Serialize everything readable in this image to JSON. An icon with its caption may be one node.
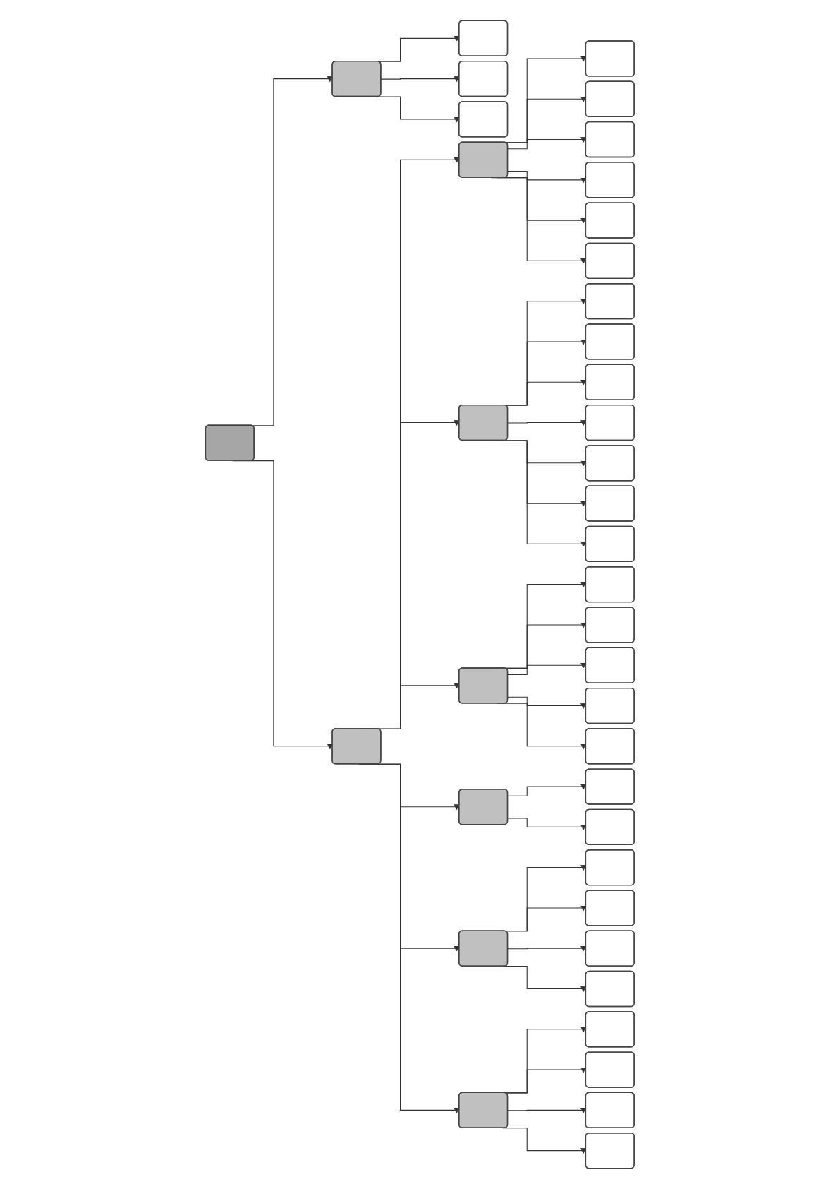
{
  "diagram": {
    "nodes": [
      {
        "text": [],
        "shape": "box"
      },
      {
        "text": [],
        "shape": "box"
      },
      {
        "text": [],
        "shape": "box"
      },
      {
        "text": [],
        "shape": "box"
      },
      {
        "text": [],
        "shape": "box"
      },
      {
        "text": [],
        "shape": "box"
      },
      {
        "text": [],
        "shape": "box"
      },
      {
        "text": [],
        "shape": "box"
      },
      {
        "text": [],
        "shape": "box"
      },
      {
        "text": [],
        "shape": "box"
      },
      {
        "text": [],
        "shape": "box"
      },
      {
        "text": [],
        "shape": "box"
      },
      {
        "text": [],
        "shape": "box"
      },
      {
        "text": [],
        "shape": "box"
      },
      {
        "text": [],
        "shape": "box"
      },
      {
        "text": [],
        "shape": "box"
      },
      {
        "text": [],
        "shape": "box"
      },
      {
        "text": [],
        "shape": "box"
      },
      {
        "text": [],
        "shape": "box"
      },
      {
        "text": [],
        "shape": "box"
      },
      {
        "text": [],
        "shape": "box"
      },
      {
        "text": [],
        "shape": "box"
      },
      {
        "text": [],
        "shape": "box"
      },
      {
        "text": [],
        "shape": "box"
      },
      {
        "text": [],
        "shape": "box"
      },
      {
        "text": [],
        "shape": "box"
      },
      {
        "text": [],
        "shape": "box"
      },
      {
        "text": [],
        "shape": "box"
      },
      {
        "text": [],
        "shape": "box"
      },
      {
        "text": [],
        "shape": "box"
      },
      {
        "text": [],
        "shape": "box"
      },
      {
        "text": [],
        "shape": "box"
      },
      {
        "text": [],
        "shape": "box"
      },
      {
        "text": [],
        "shape": "box"
      },
      {
        "text": [],
        "shape": "box"
      },
      {
        "text": [],
        "shape": "box"
      },
      {
        "text": [],
        "shape": "box"
      },
      {
        "text": [],
        "shape": "box"
      },
      {
        "text": [],
        "shape": "box"
      },
      {
        "text": [],
        "shape": "box"
      }
    ],
    "edges": [
      {
        "from": 0,
        "to": 1,
        "arrow": "to"
      },
      {
        "from": 0,
        "to": 5,
        "arrow": "to"
      },
      {
        "from": 1,
        "to": 2,
        "arrow": "to"
      },
      {
        "from": 1,
        "to": 3,
        "arrow": "to"
      },
      {
        "from": 1,
        "to": 4,
        "arrow": "to"
      },
      {
        "from": 5,
        "to": 6,
        "arrow": "to"
      },
      {
        "from": 5,
        "to": 13,
        "arrow": "to"
      },
      {
        "from": 5,
        "to": 21,
        "arrow": "to"
      },
      {
        "from": 5,
        "to": 27,
        "arrow": "to"
      },
      {
        "from": 5,
        "to": 30,
        "arrow": "to"
      },
      {
        "from": 5,
        "to": 35,
        "arrow": "to"
      },
      {
        "from": 6,
        "to": 7,
        "arrow": "to"
      },
      {
        "from": 6,
        "to": 8,
        "arrow": "to"
      },
      {
        "from": 6,
        "to": 9,
        "arrow": "to"
      },
      {
        "from": 6,
        "to": 10,
        "arrow": "to"
      },
      {
        "from": 6,
        "to": 11,
        "arrow": "to"
      },
      {
        "from": 6,
        "to": 12,
        "arrow": "to"
      },
      {
        "from": 13,
        "to": 14,
        "arrow": "to"
      },
      {
        "from": 13,
        "to": 15,
        "arrow": "to"
      },
      {
        "from": 13,
        "to": 16,
        "arrow": "to"
      },
      {
        "from": 13,
        "to": 17,
        "arrow": "to"
      },
      {
        "from": 13,
        "to": 18,
        "arrow": "to"
      },
      {
        "from": 13,
        "to": 19,
        "arrow": "to"
      },
      {
        "from": 13,
        "to": 20,
        "arrow": "to"
      },
      {
        "from": 21,
        "to": 22,
        "arrow": "to"
      },
      {
        "from": 21,
        "to": 23,
        "arrow": "to"
      },
      {
        "from": 21,
        "to": 24,
        "arrow": "to"
      },
      {
        "from": 21,
        "to": 25,
        "arrow": "to"
      },
      {
        "from": 21,
        "to": 26,
        "arrow": "to"
      },
      {
        "from": 27,
        "to": 28,
        "arrow": "to"
      },
      {
        "from": 27,
        "to": 29,
        "arrow": "to"
      },
      {
        "from": 30,
        "to": 31,
        "arrow": "to"
      },
      {
        "from": 30,
        "to": 32,
        "arrow": "to"
      },
      {
        "from": 30,
        "to": 33,
        "arrow": "to"
      },
      {
        "from": 30,
        "to": 34,
        "arrow": "to"
      },
      {
        "from": 35,
        "to": 36,
        "arrow": "to"
      },
      {
        "from": 35,
        "to": 37,
        "arrow": "to"
      },
      {
        "from": 35,
        "to": 38,
        "arrow": "to"
      },
      {
        "from": 35,
        "to": 39,
        "arrow": "to"
      }
    ]
  }
}
